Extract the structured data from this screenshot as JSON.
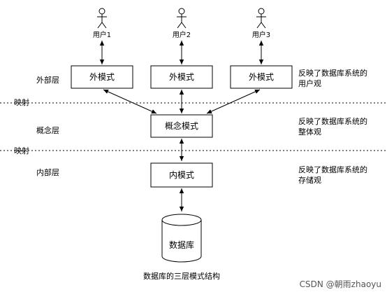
{
  "users": [
    {
      "label": "用户1"
    },
    {
      "label": "用户2"
    },
    {
      "label": "用户3"
    }
  ],
  "external_schemas": [
    {
      "label": "外模式"
    },
    {
      "label": "外模式"
    },
    {
      "label": "外模式"
    }
  ],
  "conceptual_schema": {
    "label": "概念模式"
  },
  "internal_schema": {
    "label": "内模式"
  },
  "database": {
    "label": "数据库"
  },
  "layers": {
    "external": "外部层",
    "conceptual": "概念层",
    "internal": "内部层"
  },
  "mappings": {
    "upper": "映射",
    "lower": "映射"
  },
  "descriptions": {
    "external": [
      "反映了数据库系统的",
      "用户观"
    ],
    "conceptual": [
      "反映了数据库系统的",
      "整体观"
    ],
    "internal": [
      "反映了数据库系统的",
      "存储观"
    ]
  },
  "caption": "数据库的三层模式结构",
  "watermark": "CSDN @朝雨zhaoyu"
}
